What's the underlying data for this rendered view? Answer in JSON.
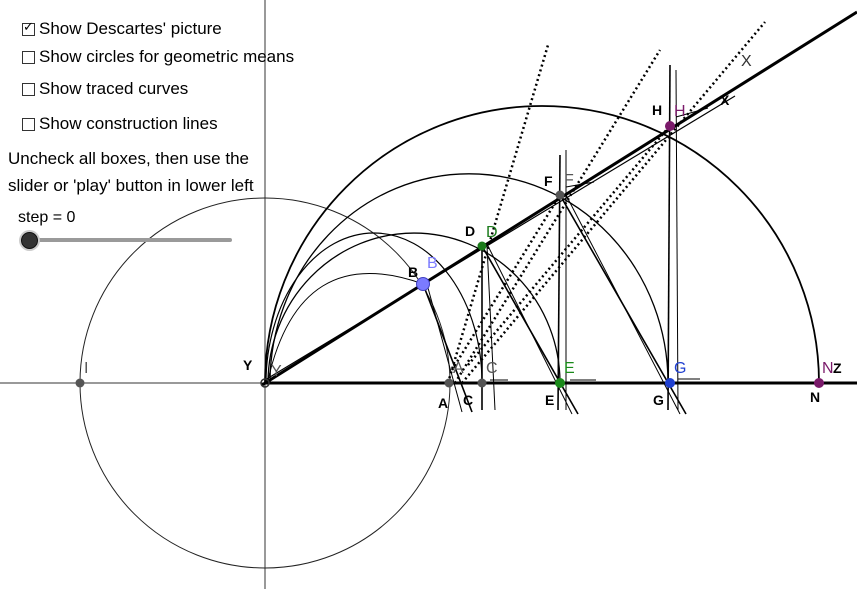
{
  "controls": {
    "checkboxes": [
      {
        "label": "Show Descartes' picture",
        "checked": true
      },
      {
        "label": "Show circles for geometric means",
        "checked": false
      },
      {
        "label": "Show traced curves",
        "checked": false
      },
      {
        "label": "Show construction lines",
        "checked": false
      }
    ],
    "instructions_line1": "Uncheck all boxes, then use the",
    "instructions_line2": "slider or 'play' button in lower left",
    "step_label": "step = 0",
    "step_value": 0
  },
  "diagram": {
    "points": {
      "Y": "Y",
      "I": "I",
      "A": "A",
      "B": "B",
      "C": "C",
      "D": "D",
      "E": "E",
      "F": "F",
      "G": "G",
      "H": "H",
      "N": "N",
      "X": "X"
    },
    "picture_labels": {
      "Y": "Y",
      "A": "A",
      "B": "B",
      "C": "C",
      "D": "D",
      "E": "E",
      "F": "F",
      "G": "G",
      "H": "H",
      "N": "N",
      "X": "X",
      "Z": "Z"
    },
    "colors": {
      "B": "#7b7bff",
      "D": "#1a7a1a",
      "E": "#1a8a1a",
      "G": "#2040d0",
      "H": "#7a1a6a",
      "N": "#7a1a6a",
      "A": "#555555",
      "C": "#555555",
      "I": "#555555",
      "F": "#555555"
    }
  }
}
